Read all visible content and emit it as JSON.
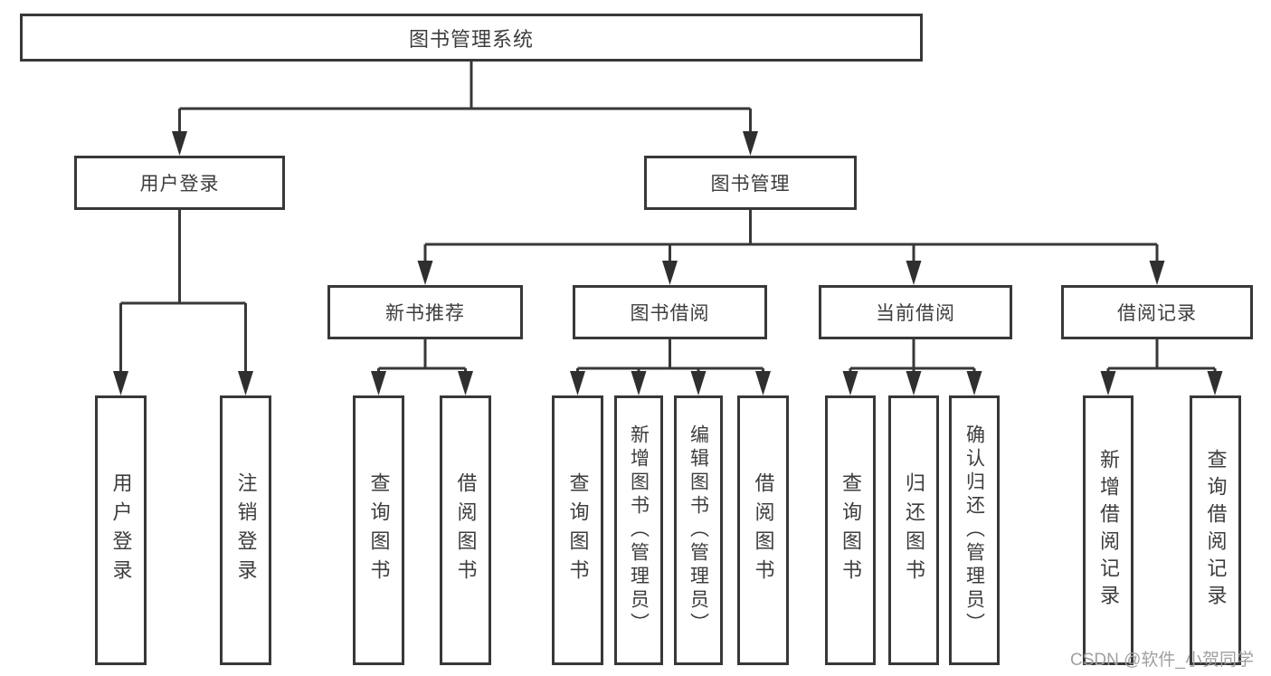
{
  "diagram": {
    "watermark": "CSDN @软件_小贺同学",
    "colors": {
      "line": "#383838",
      "text": "#3d3d3d",
      "watermark": "#a0a0a0",
      "background": "#ffffff"
    },
    "tree": {
      "root": {
        "label": "图书管理系统",
        "children": [
          {
            "label": "用户登录",
            "children": [
              {
                "label": "用户登录"
              },
              {
                "label": "注销登录"
              }
            ]
          },
          {
            "label": "图书管理",
            "children": [
              {
                "label": "新书推荐",
                "children": [
                  {
                    "label": "查询图书"
                  },
                  {
                    "label": "借阅图书"
                  }
                ]
              },
              {
                "label": "图书借阅",
                "children": [
                  {
                    "label": "查询图书"
                  },
                  {
                    "label": "新增图书（管理员）"
                  },
                  {
                    "label": "编辑图书（管理员）"
                  },
                  {
                    "label": "借阅图书"
                  }
                ]
              },
              {
                "label": "当前借阅",
                "children": [
                  {
                    "label": "查询图书"
                  },
                  {
                    "label": "归还图书"
                  },
                  {
                    "label": "确认归还（管理员）"
                  }
                ]
              },
              {
                "label": "借阅记录",
                "children": [
                  {
                    "label": "新增借阅记录"
                  },
                  {
                    "label": "查询借阅记录"
                  }
                ]
              }
            ]
          }
        ]
      }
    }
  }
}
